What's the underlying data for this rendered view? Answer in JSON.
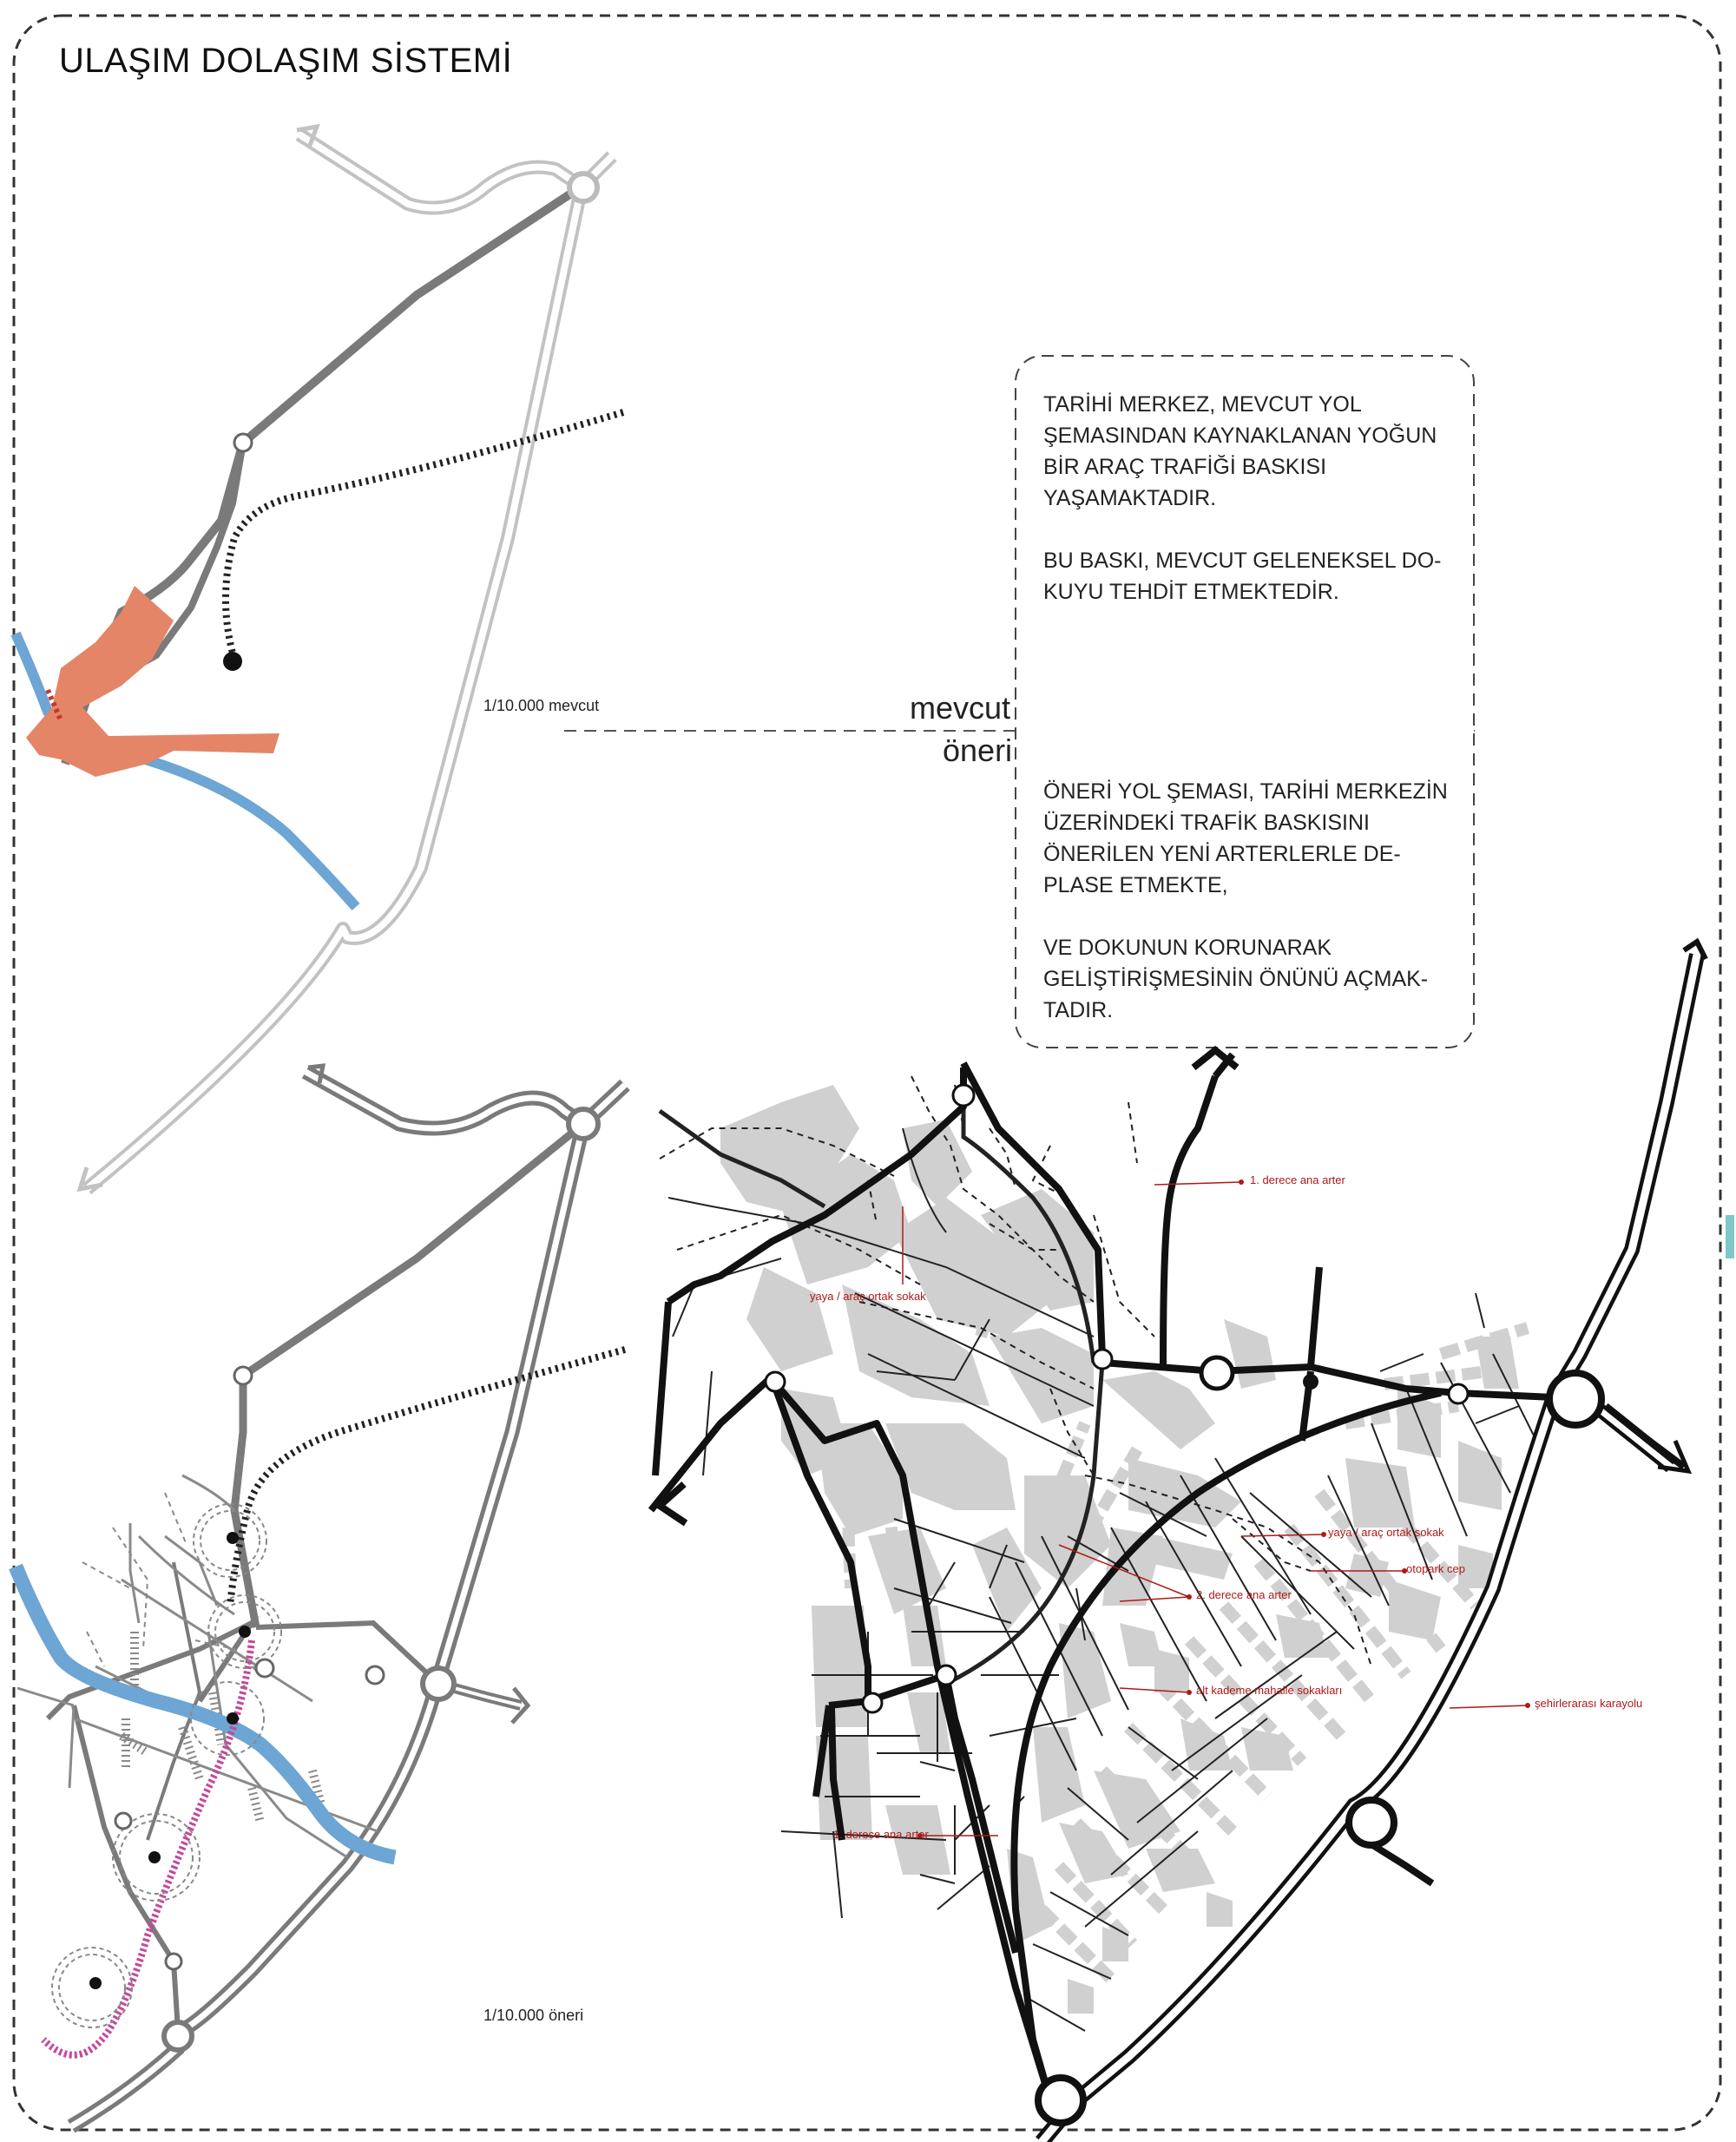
{
  "title": "ULAŞIM DOLAŞIM SİSTEMİ",
  "scales": {
    "existing": "1/10.000 mevcut",
    "proposal": "1/10.000 öneri"
  },
  "divider": {
    "top": "mevcut",
    "bottom": "öneri"
  },
  "notes": {
    "existing": [
      "TARİHİ MERKEZ, MEVCUT YOL ŞEMASINDAN KAYNAKLANAN YOĞUN BİR ARAÇ TRAFİĞİ BASKISI YAŞAMAKTADIR.",
      "BU BASKI, MEVCUT GELENEKSEL DO-KUYU TEHDİT ETMEKTEDİR."
    ],
    "proposal": [
      "ÖNERİ YOL ŞEMASI, TARİHİ MERKEZİN ÜZERİNDEKİ TRAFİK BASKISINI ÖNERİLEN YENİ ARTERLERLE DE-PLASE ETMEKTE,",
      "VE DOKUNUN KORUNARAK GELİŞTİRİŞMESİNİN ÖNÜNÜ AÇMAK-TADIR."
    ]
  },
  "labels": {
    "arterial_1_top": "1. derece ana arter",
    "pedestrian_street_1": "yaya / araç ortak sokak",
    "pedestrian_street_2": "yaya / araç ortak sokak",
    "parking": "otopark cep",
    "arterial_2": "2. derece ana arter",
    "neighbourhood_streets": "alt kademe mahalle sokakları",
    "intercity_road": "şehirlerarası karayolu",
    "arterial_1_bottom": "1. derece ana arter"
  },
  "colors": {
    "historic_center": "#e48568",
    "river": "#6da5d4",
    "rail": "#c4489b",
    "existing_highway": "#c2c2c2",
    "road_dark": "#7a7a7a",
    "block": "#d0d0d0",
    "label_red": "#b01818"
  }
}
